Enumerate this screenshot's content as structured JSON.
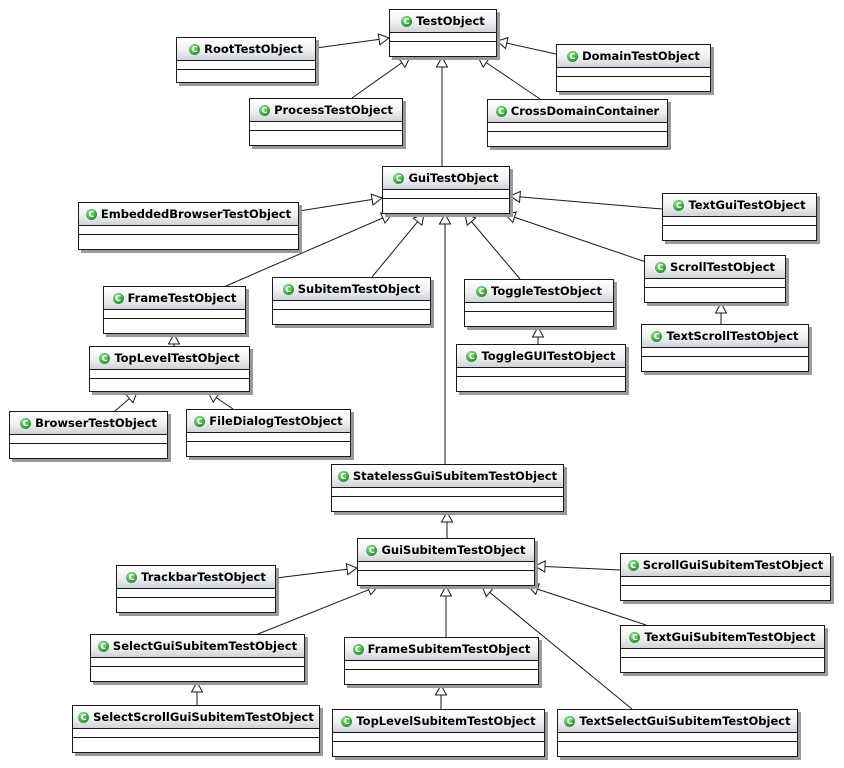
{
  "diagram": {
    "classes": [
      {
        "id": "TestObject",
        "name": "TestObject"
      },
      {
        "id": "RootTestObject",
        "name": "RootTestObject"
      },
      {
        "id": "DomainTestObject",
        "name": "DomainTestObject"
      },
      {
        "id": "ProcessTestObject",
        "name": "ProcessTestObject"
      },
      {
        "id": "CrossDomainContainer",
        "name": "CrossDomainContainer"
      },
      {
        "id": "GuiTestObject",
        "name": "GuiTestObject"
      },
      {
        "id": "EmbeddedBrowserTestObject",
        "name": "EmbeddedBrowserTestObject"
      },
      {
        "id": "TextGuiTestObject",
        "name": "TextGuiTestObject"
      },
      {
        "id": "FrameTestObject",
        "name": "FrameTestObject"
      },
      {
        "id": "SubitemTestObject",
        "name": "SubitemTestObject"
      },
      {
        "id": "ToggleTestObject",
        "name": "ToggleTestObject"
      },
      {
        "id": "ScrollTestObject",
        "name": "ScrollTestObject"
      },
      {
        "id": "TopLevelTestObject",
        "name": "TopLevelTestObject"
      },
      {
        "id": "ToggleGUITestObject",
        "name": "ToggleGUITestObject"
      },
      {
        "id": "TextScrollTestObject",
        "name": "TextScrollTestObject"
      },
      {
        "id": "BrowserTestObject",
        "name": "BrowserTestObject"
      },
      {
        "id": "FileDialogTestObject",
        "name": "FileDialogTestObject"
      },
      {
        "id": "StatelessGuiSubitemTestObject",
        "name": "StatelessGuiSubitemTestObject"
      },
      {
        "id": "GuiSubitemTestObject",
        "name": "GuiSubitemTestObject"
      },
      {
        "id": "TrackbarTestObject",
        "name": "TrackbarTestObject"
      },
      {
        "id": "ScrollGuiSubitemTestObject",
        "name": "ScrollGuiSubitemTestObject"
      },
      {
        "id": "SelectGuiSubitemTestObject",
        "name": "SelectGuiSubitemTestObject"
      },
      {
        "id": "FrameSubitemTestObject",
        "name": "FrameSubitemTestObject"
      },
      {
        "id": "TextGuiSubitemTestObject",
        "name": "TextGuiSubitemTestObject"
      },
      {
        "id": "SelectScrollGuiSubitemTestObject",
        "name": "SelectScrollGuiSubitemTestObject"
      },
      {
        "id": "TopLevelSubitemTestObject",
        "name": "TopLevelSubitemTestObject"
      },
      {
        "id": "TextSelectGuiSubitemTestObject",
        "name": "TextSelectGuiSubitemTestObject"
      }
    ],
    "generalizations": [
      {
        "from": "RootTestObject",
        "to": "TestObject"
      },
      {
        "from": "DomainTestObject",
        "to": "TestObject"
      },
      {
        "from": "ProcessTestObject",
        "to": "TestObject"
      },
      {
        "from": "CrossDomainContainer",
        "to": "TestObject"
      },
      {
        "from": "GuiTestObject",
        "to": "TestObject"
      },
      {
        "from": "EmbeddedBrowserTestObject",
        "to": "GuiTestObject"
      },
      {
        "from": "TextGuiTestObject",
        "to": "GuiTestObject"
      },
      {
        "from": "FrameTestObject",
        "to": "GuiTestObject"
      },
      {
        "from": "SubitemTestObject",
        "to": "GuiTestObject"
      },
      {
        "from": "ToggleTestObject",
        "to": "GuiTestObject"
      },
      {
        "from": "ScrollTestObject",
        "to": "GuiTestObject"
      },
      {
        "from": "StatelessGuiSubitemTestObject",
        "to": "GuiTestObject"
      },
      {
        "from": "TopLevelTestObject",
        "to": "FrameTestObject"
      },
      {
        "from": "BrowserTestObject",
        "to": "TopLevelTestObject"
      },
      {
        "from": "FileDialogTestObject",
        "to": "TopLevelTestObject"
      },
      {
        "from": "ToggleGUITestObject",
        "to": "ToggleTestObject"
      },
      {
        "from": "TextScrollTestObject",
        "to": "ScrollTestObject"
      },
      {
        "from": "GuiSubitemTestObject",
        "to": "StatelessGuiSubitemTestObject"
      },
      {
        "from": "TrackbarTestObject",
        "to": "GuiSubitemTestObject"
      },
      {
        "from": "ScrollGuiSubitemTestObject",
        "to": "GuiSubitemTestObject"
      },
      {
        "from": "SelectGuiSubitemTestObject",
        "to": "GuiSubitemTestObject"
      },
      {
        "from": "FrameSubitemTestObject",
        "to": "GuiSubitemTestObject"
      },
      {
        "from": "TextGuiSubitemTestObject",
        "to": "GuiSubitemTestObject"
      },
      {
        "from": "TextSelectGuiSubitemTestObject",
        "to": "GuiSubitemTestObject"
      },
      {
        "from": "SelectScrollGuiSubitemTestObject",
        "to": "SelectGuiSubitemTestObject"
      },
      {
        "from": "TopLevelSubitemTestObject",
        "to": "FrameSubitemTestObject"
      }
    ]
  }
}
